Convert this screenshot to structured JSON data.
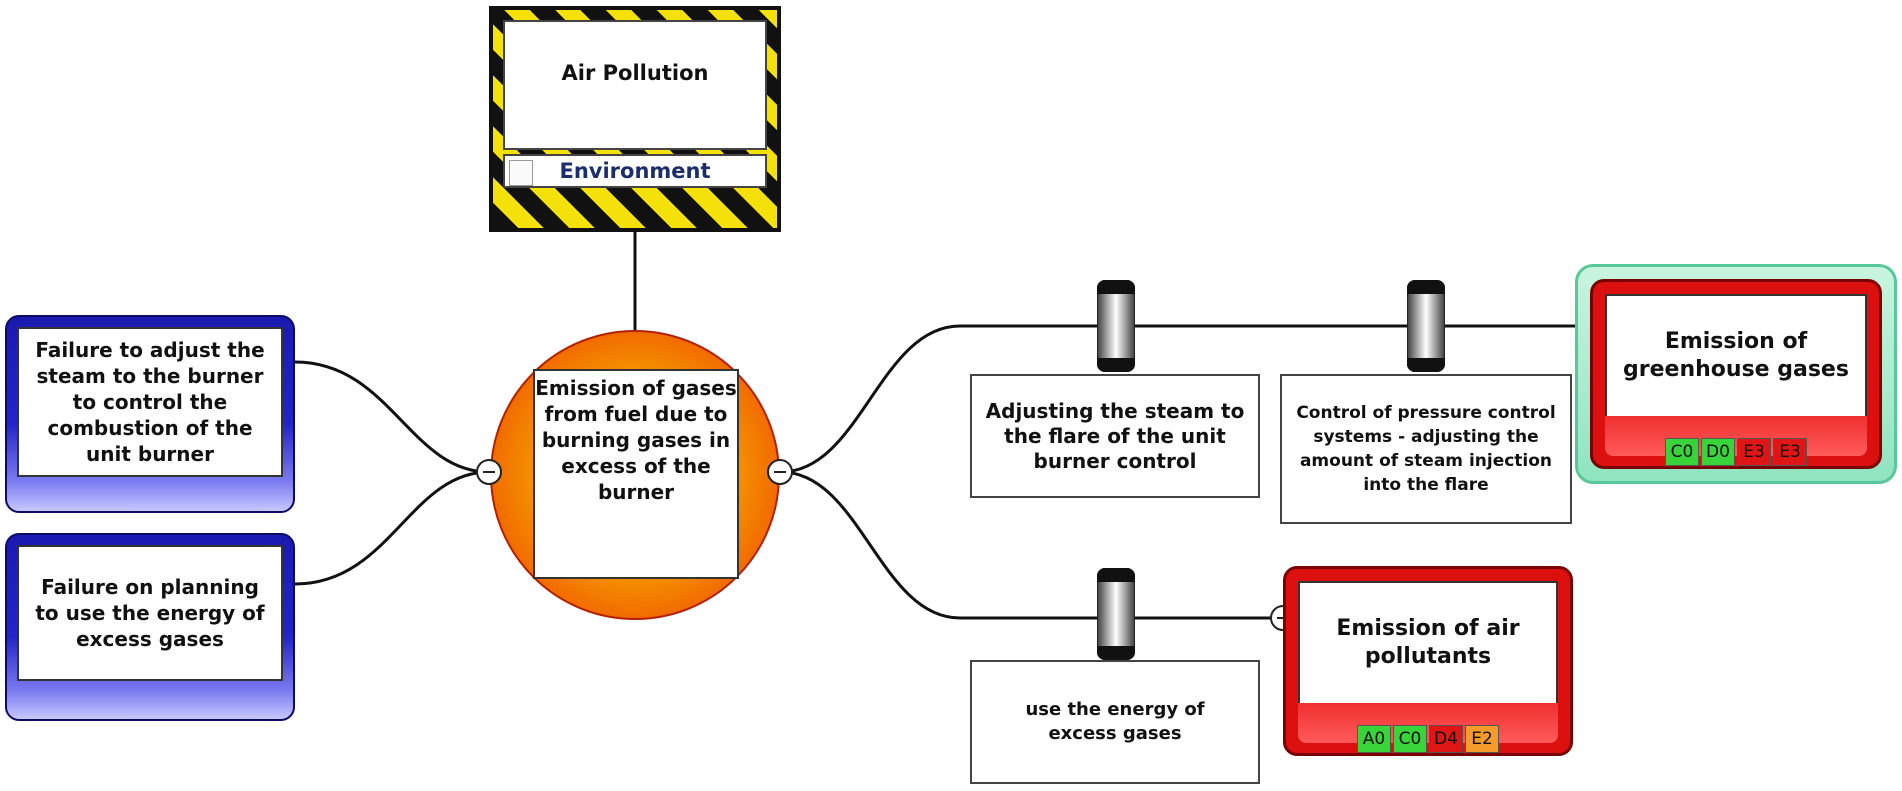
{
  "hazard": {
    "title": "Air Pollution",
    "category": "Environment"
  },
  "top_event": {
    "label": "Emission of gases from fuel due to burning gases in excess of the burner"
  },
  "threats": [
    {
      "label": "Failure to adjust the steam to the burner to control the combustion of the unit burner"
    },
    {
      "label": "Failure on planning to use the energy of excess gases"
    }
  ],
  "barriers": [
    {
      "label": "Adjusting the steam to the flare of the unit burner control"
    },
    {
      "label": "Control of pressure control systems - adjusting the amount of steam injection into the flare"
    },
    {
      "label": "use the energy of excess gases"
    }
  ],
  "consequences": [
    {
      "label": "Emission of greenhouse gases",
      "risks": [
        {
          "code": "C0",
          "color": "#39d33a"
        },
        {
          "code": "D0",
          "color": "#39d33a"
        },
        {
          "code": "E3",
          "color": "#e01515"
        },
        {
          "code": "E3",
          "color": "#e01515"
        }
      ]
    },
    {
      "label": "Emission of air pollutants",
      "risks": [
        {
          "code": "A0",
          "color": "#39d33a"
        },
        {
          "code": "C0",
          "color": "#39d33a"
        },
        {
          "code": "D4",
          "color": "#e01515"
        },
        {
          "code": "E2",
          "color": "#f59b2a"
        }
      ]
    }
  ],
  "colors": {
    "threat_blue": "#2424c8",
    "consequence_red": "#dd1010",
    "hazard_yellow": "#f5e10a",
    "highlight_green": "#8fe4c0"
  }
}
